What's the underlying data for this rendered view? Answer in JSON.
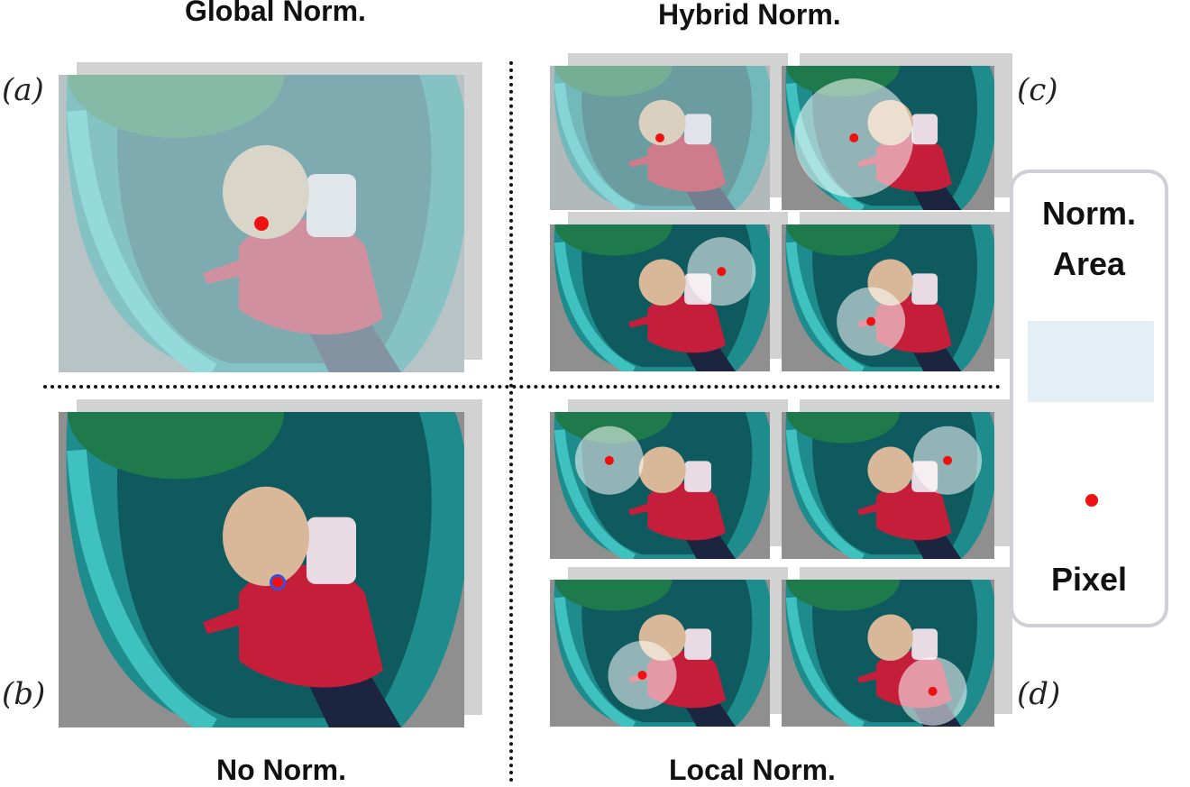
{
  "titles": {
    "global": "Global Norm.",
    "hybrid": "Hybrid Norm.",
    "no_norm": "No Norm.",
    "local": "Local Norm."
  },
  "panel_labels": {
    "a": "(a)",
    "b": "(b)",
    "c": "(c)",
    "d": "(d)"
  },
  "legend": {
    "norm_area_line1": "Norm.",
    "norm_area_line2": "Area",
    "pixel_label": "Pixel"
  },
  "colors": {
    "pixel_dot": "#ee1111",
    "norm_area_fill": "#e3eef5",
    "slide_teal": "#1e8c8c",
    "slide_dark": "#0f5a5e",
    "jacket_red": "#c41e3a",
    "ground_gray": "#8f8f8f"
  }
}
